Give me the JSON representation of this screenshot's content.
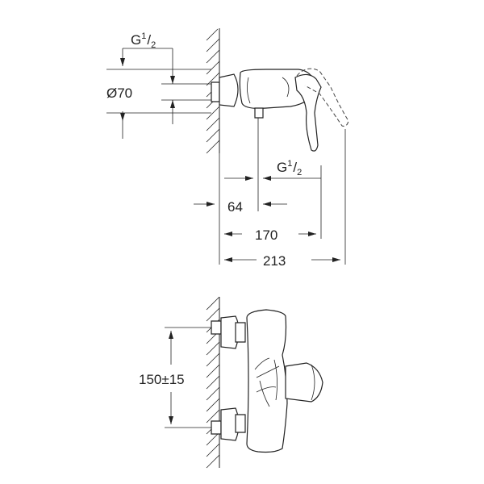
{
  "side_view": {
    "thread_inlet_label": {
      "base": "G",
      "num": "1",
      "den": "2"
    },
    "diameter_label": "Ø70",
    "thread_outlet_label": {
      "base": "G",
      "num": "1",
      "den": "2"
    },
    "dim_64": "64",
    "dim_170": "170",
    "dim_213": "213"
  },
  "front_view": {
    "dim_spacing": "150±15"
  }
}
